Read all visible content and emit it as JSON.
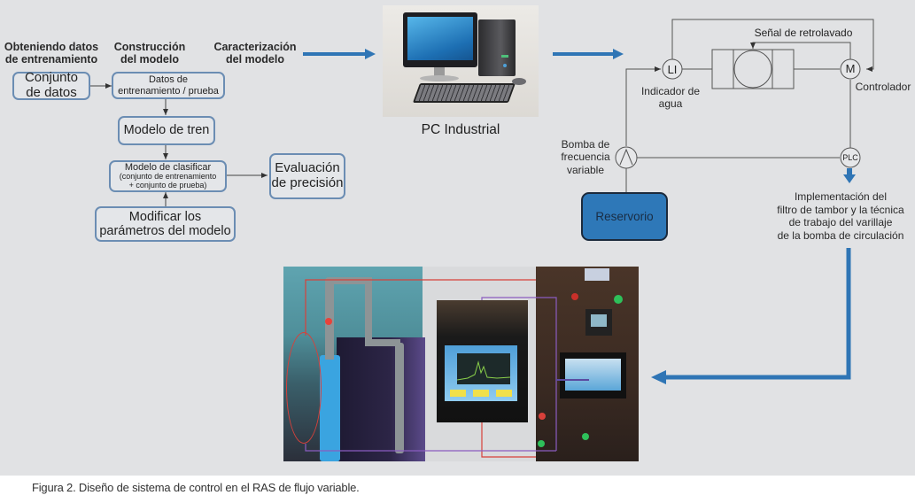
{
  "headers": {
    "obtaining": "Obteniendo datos\nde entrenamiento",
    "construction": "Construcción\ndel modelo",
    "characterization": "Caracterización\ndel modelo"
  },
  "flow_boxes": {
    "dataset": "Conjunto\nde datos",
    "train_test": "Datos de\nentrenamiento / prueba",
    "train_model": "Modelo de tren",
    "classify": "Modelo de clasificar",
    "classify_sub": "(conjunto de entrenamiento\n+ conjunto de prueba)",
    "precision": "Evaluación\nde precisión",
    "modify": "Modificar los\nparámetros del modelo"
  },
  "pc": {
    "label": "PC Industrial"
  },
  "control": {
    "backwash_signal": "Señal de retrolavado",
    "li_symbol": "LI",
    "m_symbol": "M",
    "plc_symbol": "PLC",
    "water_indicator": "Indicador de\nagua",
    "controller": "Controlador",
    "pump": "Bomba de\nfrecuencia\nvariable",
    "reservoir": "Reservorio",
    "implementation": "Implementación del\nfiltro de tambor y la técnica\nde trabajo del varillaje\nde la bomba de circulación"
  },
  "photos": {
    "equipment": "equipment-photo",
    "hmi": "hmi-screen-photo",
    "control_panel": "control-panel-photo"
  },
  "colors": {
    "background": "#e1e2e4",
    "arrow_blue": "#2f75b5",
    "box_border": "#6b8db3",
    "reservoir_fill": "#2e78b8",
    "wire_red": "#d8403a",
    "wire_purple": "#8a5cc0"
  },
  "caption": "Figura 2. Diseño de sistema de control en el RAS de flujo variable."
}
